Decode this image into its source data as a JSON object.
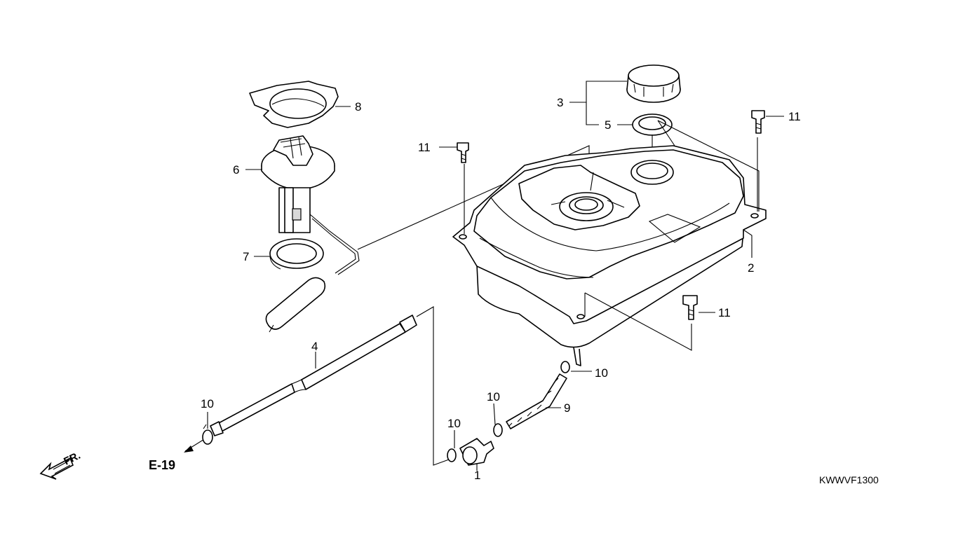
{
  "diagram": {
    "code": "KWWVF1300",
    "reference": "E-19",
    "front_marker": "FR.",
    "callouts": [
      {
        "id": "c1",
        "label": "1"
      },
      {
        "id": "c2",
        "label": "2"
      },
      {
        "id": "c3",
        "label": "3"
      },
      {
        "id": "c4",
        "label": "4"
      },
      {
        "id": "c5",
        "label": "5"
      },
      {
        "id": "c6",
        "label": "6"
      },
      {
        "id": "c7",
        "label": "7"
      },
      {
        "id": "c8",
        "label": "8"
      },
      {
        "id": "c9",
        "label": "9"
      },
      {
        "id": "c10a",
        "label": "10"
      },
      {
        "id": "c10b",
        "label": "10"
      },
      {
        "id": "c10c",
        "label": "10"
      },
      {
        "id": "c10d",
        "label": "10"
      },
      {
        "id": "c11a",
        "label": "11"
      },
      {
        "id": "c11b",
        "label": "11"
      },
      {
        "id": "c11c",
        "label": "11"
      }
    ]
  }
}
